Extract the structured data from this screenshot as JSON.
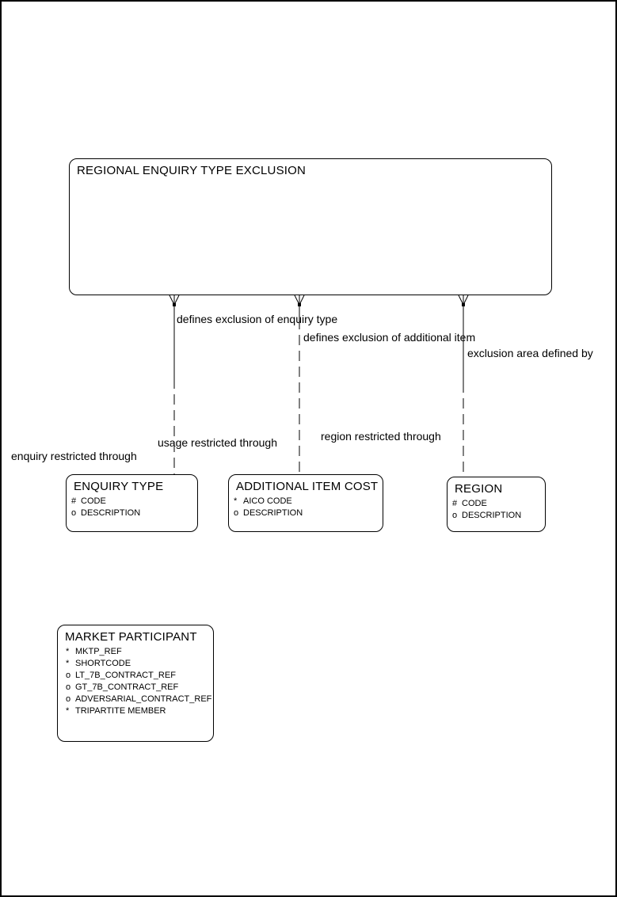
{
  "diagram": {
    "entities": [
      {
        "id": "regional-enquiry-type-exclusion",
        "title": "REGIONAL ENQUIRY TYPE EXCLUSION",
        "attributes": []
      },
      {
        "id": "enquiry-type",
        "title": "ENQUIRY TYPE",
        "attributes": [
          {
            "prefix": "#",
            "name": "CODE"
          },
          {
            "prefix": "o",
            "name": "DESCRIPTION"
          }
        ]
      },
      {
        "id": "additional-item-cost",
        "title": "ADDITIONAL ITEM COST",
        "attributes": [
          {
            "prefix": "*",
            "name": "AICO CODE"
          },
          {
            "prefix": "o",
            "name": "DESCRIPTION"
          }
        ]
      },
      {
        "id": "region",
        "title": "REGION",
        "attributes": [
          {
            "prefix": "#",
            "name": "CODE"
          },
          {
            "prefix": "o",
            "name": "DESCRIPTION"
          }
        ]
      },
      {
        "id": "market-participant",
        "title": "MARKET PARTICIPANT",
        "attributes": [
          {
            "prefix": "*",
            "name": "MKTP_REF"
          },
          {
            "prefix": "*",
            "name": "SHORTCODE"
          },
          {
            "prefix": "o",
            "name": "LT_7B_CONTRACT_REF"
          },
          {
            "prefix": "o",
            "name": "GT_7B_CONTRACT_REF"
          },
          {
            "prefix": "o",
            "name": "ADVERSARIAL_CONTRACT_REF"
          },
          {
            "prefix": "*",
            "name": "TRIPARTITE MEMBER"
          }
        ]
      }
    ],
    "relationships": [
      {
        "from": "regional-enquiry-type-exclusion",
        "to": "enquiry-type",
        "label_near": "defines exclusion of enquiry type",
        "label_far": "enquiry restricted through"
      },
      {
        "from": "regional-enquiry-type-exclusion",
        "to": "additional-item-cost",
        "label_near": "defines exclusion of additional item",
        "label_far": "usage restricted through"
      },
      {
        "from": "regional-enquiry-type-exclusion",
        "to": "region",
        "label_near": "exclusion area defined by",
        "label_far": "region restricted through"
      }
    ],
    "colors": {
      "line": "#000000",
      "background": "#ffffff",
      "text": "#000000"
    }
  }
}
